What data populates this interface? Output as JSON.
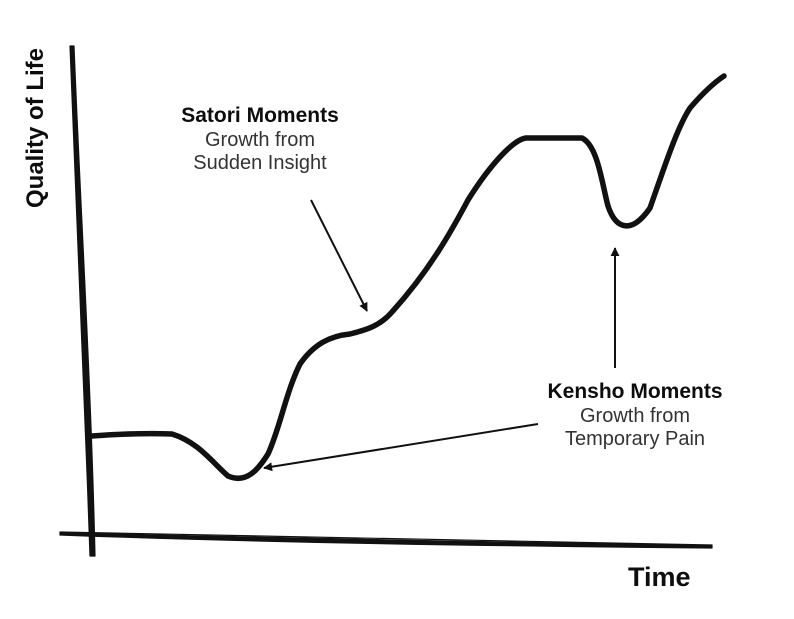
{
  "diagram": {
    "x_axis_label": "Time",
    "y_axis_label": "Quality of Life",
    "annotations": {
      "satori": {
        "heading": "Satori Moments",
        "line1": "Growth from",
        "line2": "Sudden Insight"
      },
      "kensho": {
        "heading": "Kensho Moments",
        "line1": "Growth from",
        "line2": "Temporary Pain"
      }
    },
    "colors": {
      "ink": "#111111",
      "background": "#ffffff"
    }
  }
}
